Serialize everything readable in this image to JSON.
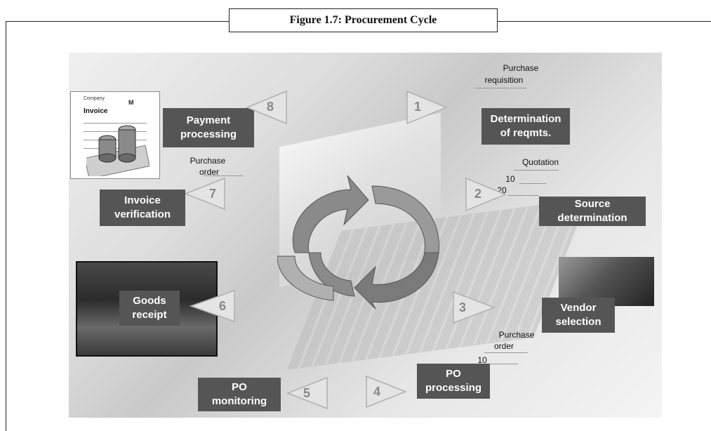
{
  "caption": "Figure 1.7: Procurement Cycle",
  "steps": {
    "s1": {
      "num": "1",
      "title": "Determination of reqmts.",
      "line1": "Determination",
      "line2": "of reqmts.",
      "doc1": "Purchase",
      "doc2": "requisition"
    },
    "s2": {
      "num": "2",
      "line1": "Source",
      "line2": "determination",
      "doc": "Quotation",
      "q1": "10",
      "q2": "20"
    },
    "s3": {
      "num": "3",
      "line1": "Vendor",
      "line2": "selection"
    },
    "s4": {
      "num": "4",
      "line1": "PO",
      "line2": "processing",
      "doc1": "Purchase",
      "doc2": "order",
      "q1": "10"
    },
    "s5": {
      "num": "5",
      "line1": "PO",
      "line2": "monitoring"
    },
    "s6": {
      "num": "6",
      "line1": "Goods",
      "line2": "receipt"
    },
    "s7": {
      "num": "7",
      "line1": "Invoice",
      "line2": "verification",
      "doc1": "Purchase",
      "doc2": "order"
    },
    "s8": {
      "num": "8",
      "line1": "Payment",
      "line2": "processing"
    }
  },
  "invoice_doc": {
    "company": "Company",
    "mark": "M",
    "title": "Invoice"
  },
  "colors": {
    "box": "#555555",
    "arrow_fill": "#e4e4e4",
    "arrow_stroke": "#b0b0b0",
    "cycle_arrow": "#8a8a8a"
  }
}
